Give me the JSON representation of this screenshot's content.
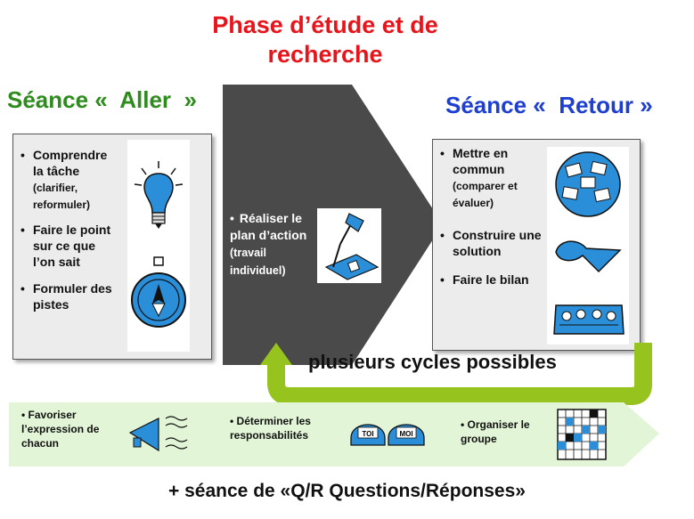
{
  "titles": {
    "phase": "Phase d’étude et de recherche",
    "aller": "Séance «  Aller  »",
    "retour": "Séance «  Retour »"
  },
  "aller_panel": {
    "items": [
      {
        "text": "Comprendre la tâche",
        "sub": "(clarifier, reformuler)"
      },
      {
        "text": "Faire le point sur ce que l’on sait",
        "sub": ""
      },
      {
        "text": "Formuler des pistes",
        "sub": ""
      }
    ],
    "icons": [
      "lightbulb-icon",
      "compass-icon"
    ]
  },
  "phase_arrow": {
    "main": "Réaliser le plan d’action",
    "sub": "(travail individuel)",
    "icon": "desk-lamp-icon"
  },
  "retour_panel": {
    "items": [
      {
        "text": "Mettre en commun",
        "sub": "(comparer et évaluer)"
      },
      {
        "text": "Construire une solution",
        "sub": ""
      },
      {
        "text": "Faire le bilan",
        "sub": ""
      }
    ],
    "icons": [
      "shared-documents-icon",
      "folded-paper-icon",
      "meeting-icon"
    ]
  },
  "cycle_label": "plusieurs cycles possibles",
  "bottom_band": {
    "items": [
      {
        "text": "Favoriser l’expression de chacun",
        "icon": "megaphone-icon"
      },
      {
        "text": "Déterminer les responsabilités",
        "icon": "caps-icon",
        "cap_labels": [
          "TOI",
          "MOI"
        ]
      },
      {
        "text": "Organiser le groupe",
        "icon": "grid-icon"
      }
    ]
  },
  "footer": "+ séance de «Q/R Questions/Réponses»",
  "colors": {
    "red": "#e8141b",
    "green": "#2e8b1e",
    "blue": "#1f3fd0",
    "arrow": "#4a4a4a",
    "cycle": "#96c31e",
    "icon_blue": "#2a8fd8",
    "band": "#e2f5d6"
  }
}
